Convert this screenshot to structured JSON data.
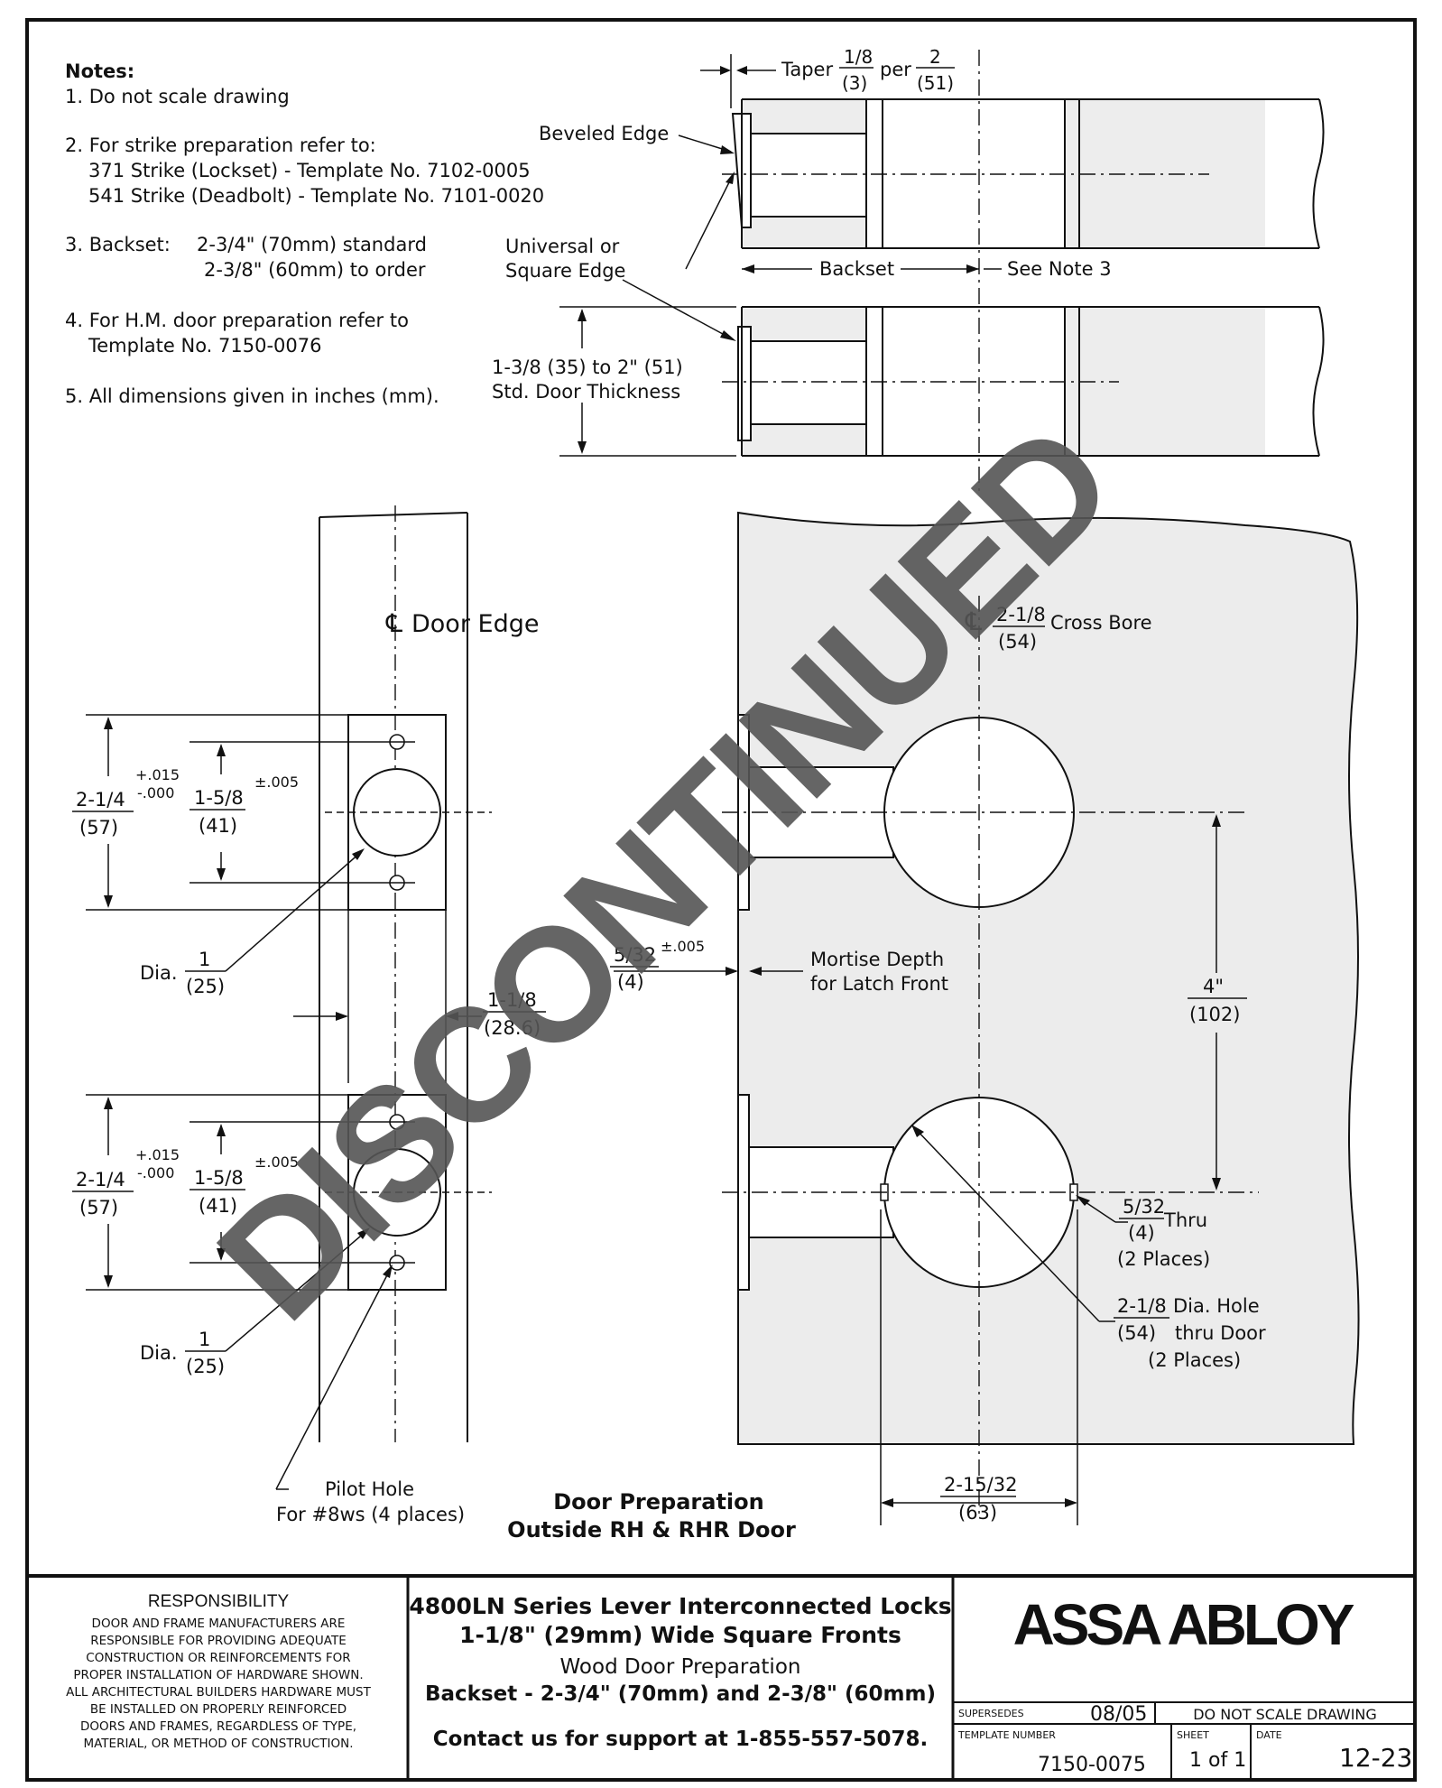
{
  "notes": {
    "heading": "Notes:",
    "items": [
      "1. Do not scale drawing",
      "2. For strike preparation refer to:",
      "371 Strike (Lockset) - Template No. 7102-0005",
      "541 Strike (Deadbolt) - Template No. 7101-0020",
      "3. Backset:",
      "2-3/4\" (70mm) standard",
      "2-3/8\" (60mm) to order",
      "4. For H.M. door preparation refer to",
      "Template No. 7150-0076",
      "5. All dimensions given in inches (mm)."
    ]
  },
  "edge_view": {
    "taper_label": "Taper",
    "taper_num1": "1/8",
    "taper_den1": "(3)",
    "taper_per": "per",
    "taper_num2": "2",
    "taper_den2": "(51)",
    "beveled_edge": "Beveled Edge",
    "universal_edge_1": "Universal or",
    "universal_edge_2": "Square Edge",
    "backset": "Backset",
    "see_note": "See Note 3",
    "thickness_1": "1-3/8 (35) to 2\" (51)",
    "thickness_2": "Std. Door Thickness"
  },
  "edge_detail": {
    "door_edge_label": "Door Edge",
    "cl_symbol": "℄",
    "top_dim_outer_num": "2-1/4",
    "top_dim_outer_den": "(57)",
    "tol_plus": "+.015",
    "tol_minus": "-.000",
    "top_dim_inner_num": "1-5/8",
    "top_dim_inner_den": "(41)",
    "tol_pm": "±.005",
    "dia_label": "Dia.",
    "dia_num": "1",
    "dia_den": "(25)",
    "width_num": "1-1/8",
    "width_den": "(28.6)",
    "pilot_1": "Pilot Hole",
    "pilot_2": "For #8ws (4 places)"
  },
  "face_detail": {
    "crossbore_num": "2-1/8",
    "crossbore_den": "(54)",
    "crossbore_label": "Cross Bore",
    "mortise_num": "5/32",
    "mortise_tol": "±.005",
    "mortise_den": "(4)",
    "mortise_1": "Mortise Depth",
    "mortise_2": "for Latch Front",
    "spacing_num": "4\"",
    "spacing_den": "(102)",
    "thru_num": "5/32",
    "thru_label": "Thru",
    "thru_den": "(4)",
    "thru_places": "(2 Places)",
    "hole_num": "2-1/8",
    "hole_label": "Dia. Hole",
    "hole_den": "(54)",
    "hole_thru": "thru Door",
    "hole_places": "(2 Places)",
    "bottom_num": "2-15/32",
    "bottom_den": "(63)"
  },
  "caption": {
    "line1": "Door Preparation",
    "line2": "Outside RH & RHR Door"
  },
  "watermark": "DISCONTINUED",
  "title_block": {
    "responsibility_heading": "RESPONSIBILITY",
    "responsibility_lines": [
      "DOOR AND FRAME MANUFACTURERS ARE",
      "RESPONSIBLE FOR PROVIDING ADEQUATE",
      "CONSTRUCTION OR REINFORCEMENTS FOR",
      "PROPER INSTALLATION OF HARDWARE SHOWN.",
      "ALL ARCHITECTURAL BUILDERS HARDWARE MUST",
      "BE INSTALLED ON PROPERLY REINFORCED",
      "DOORS AND FRAMES, REGARDLESS OF TYPE,",
      "MATERIAL, OR METHOD OF CONSTRUCTION."
    ],
    "title_1": "4800LN Series Lever Interconnected Locks",
    "title_2": "1-1/8\" (29mm) Wide Square Fronts",
    "title_3": "Wood Door Preparation",
    "title_4": "Backset - 2-3/4\" (70mm) and 2-3/8\" (60mm)",
    "contact": "Contact us for support at 1-855-557-5078.",
    "brand": "ASSA ABLOY",
    "supersedes_label": "SUPERSEDES",
    "supersedes_value": "08/05",
    "do_not_scale": "DO NOT SCALE DRAWING",
    "template_label": "TEMPLATE NUMBER",
    "template_value": "7150-0075",
    "sheet_label": "SHEET",
    "sheet_value": "1 of 1",
    "date_label": "DATE",
    "date_value": "12-23"
  }
}
